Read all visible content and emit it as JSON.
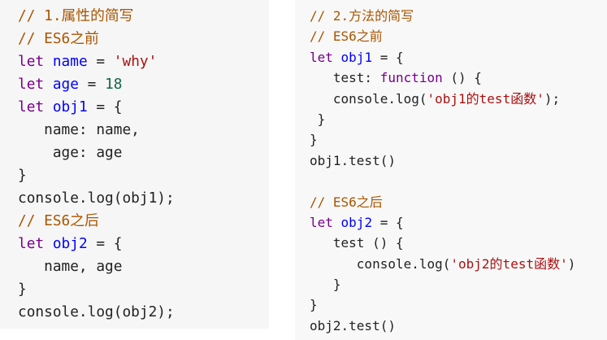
{
  "left_panel": {
    "lines": [
      [
        {
          "c": "#aa5500",
          "t": "// 1.属性的简写"
        }
      ],
      [
        {
          "c": "#aa5500",
          "t": "// ES6之前"
        }
      ],
      [
        {
          "c": "#770088",
          "t": "let"
        },
        {
          "c": "#0000ff",
          "t": " name"
        },
        {
          "t": " = "
        },
        {
          "c": "#aa1111",
          "t": "'why'"
        }
      ],
      [
        {
          "c": "#770088",
          "t": "let"
        },
        {
          "c": "#0000ff",
          "t": " age"
        },
        {
          "t": " = "
        },
        {
          "c": "#116644",
          "t": "18"
        }
      ],
      [
        {
          "c": "#770088",
          "t": "let"
        },
        {
          "c": "#0000ff",
          "t": " obj1"
        },
        {
          "t": " = {"
        }
      ],
      [
        {
          "t": "   name: name,"
        }
      ],
      [
        {
          "t": "    age: age"
        }
      ],
      [
        {
          "t": "}"
        }
      ],
      [
        {
          "t": "console.log(obj1);"
        }
      ],
      [
        {
          "c": "#aa5500",
          "t": "// ES6之后"
        }
      ],
      [
        {
          "c": "#770088",
          "t": "let"
        },
        {
          "c": "#0000ff",
          "t": " obj2"
        },
        {
          "t": " = {"
        }
      ],
      [
        {
          "t": "   name, age"
        }
      ],
      [
        {
          "t": "}"
        }
      ],
      [
        {
          "t": "console.log(obj2);"
        }
      ]
    ]
  },
  "right_panel": {
    "lines": [
      [
        {
          "c": "#aa5500",
          "t": "// 2.方法的简写"
        }
      ],
      [
        {
          "c": "#aa5500",
          "t": "// ES6之前"
        }
      ],
      [
        {
          "c": "#770088",
          "t": "let"
        },
        {
          "c": "#0000ff",
          "t": " obj1"
        },
        {
          "t": " = {"
        }
      ],
      [
        {
          "t": "   test: "
        },
        {
          "c": "#770088",
          "t": "function"
        },
        {
          "t": " () {"
        }
      ],
      [
        {
          "t": "   console.log("
        },
        {
          "c": "#aa1111",
          "t": "'obj1的test函数'"
        },
        {
          "t": ");"
        }
      ],
      [
        {
          "t": " }"
        }
      ],
      [
        {
          "t": "}"
        }
      ],
      [
        {
          "t": "obj1.test()"
        }
      ],
      [],
      [
        {
          "c": "#aa5500",
          "t": "// ES6之后"
        }
      ],
      [
        {
          "c": "#770088",
          "t": "let"
        },
        {
          "c": "#0000ff",
          "t": " obj2"
        },
        {
          "t": " = {"
        }
      ],
      [
        {
          "t": "   test () {"
        }
      ],
      [
        {
          "t": "      console.log("
        },
        {
          "c": "#aa1111",
          "t": "'obj2的test函数'"
        },
        {
          "t": ")"
        }
      ],
      [
        {
          "t": "   }"
        }
      ],
      [
        {
          "t": "}"
        }
      ],
      [
        {
          "t": "obj2.test()"
        }
      ]
    ]
  }
}
